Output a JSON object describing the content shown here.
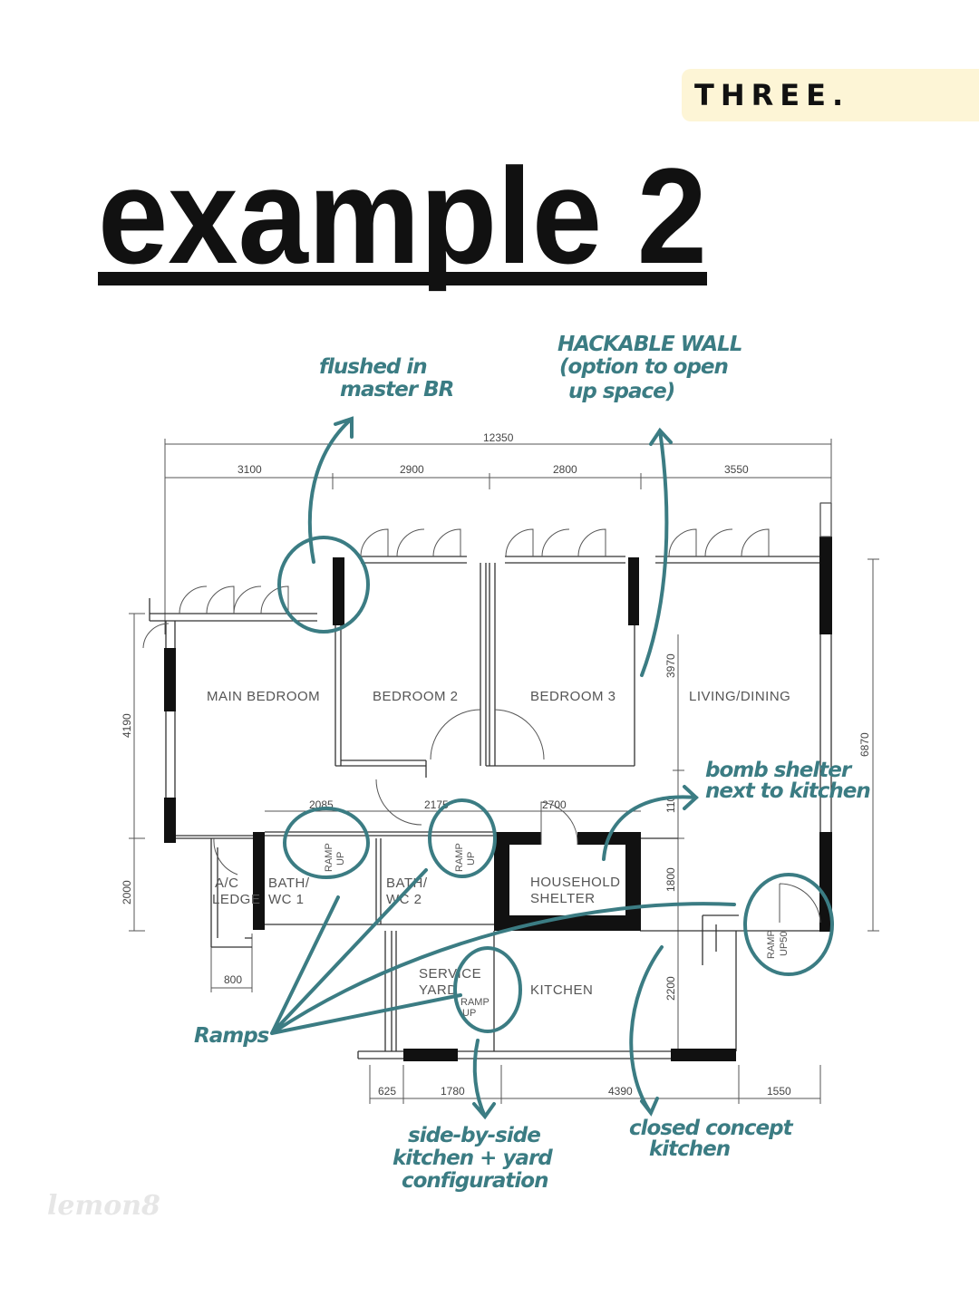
{
  "tag": {
    "label": "THREE.",
    "background": "#fdf5d6"
  },
  "title": "example 2",
  "accent_color": "#3b7c83",
  "plan": {
    "rooms": {
      "main_bedroom": "MAIN BEDROOM",
      "bedroom_2": "BEDROOM 2",
      "bedroom_3": "BEDROOM 3",
      "living_dining": "LIVING/DINING",
      "ac_ledge_1": "A/C",
      "ac_ledge_2": "LEDGE",
      "bath1_1": "BATH/",
      "bath1_2": "WC 1",
      "bath2_1": "BATH/",
      "bath2_2": "WC 2",
      "shelter_1": "HOUSEHOLD",
      "shelter_2": "SHELTER",
      "service_1": "SERVICE",
      "service_2": "YARD",
      "kitchen": "KITCHEN"
    },
    "ramps": {
      "ramp": "RAMP",
      "up": "UP",
      "up50": "UP50"
    },
    "dimensions": {
      "overall": "12350",
      "top": [
        "3100",
        "2900",
        "2800",
        "3550"
      ],
      "left": [
        "4190",
        "2000"
      ],
      "right_overall": "6870",
      "inner": [
        "3970",
        "110",
        "1800",
        "2200"
      ],
      "middle": [
        "2085",
        "2175",
        "2700"
      ],
      "ledge": "800",
      "bottom": [
        "625",
        "1780",
        "4390",
        "1550"
      ]
    }
  },
  "annotations": {
    "flushed": [
      "flushed in",
      "master BR"
    ],
    "hackable": [
      "HACKABLE WALL",
      "(option to open",
      "up space)"
    ],
    "bomb": [
      "bomb shelter",
      "next to kitchen"
    ],
    "ramps": "Ramps",
    "side_by_side": [
      "side-by-side",
      "kitchen + yard",
      "configuration"
    ],
    "closed": [
      "closed concept",
      "kitchen"
    ]
  },
  "watermark": "lemon8"
}
